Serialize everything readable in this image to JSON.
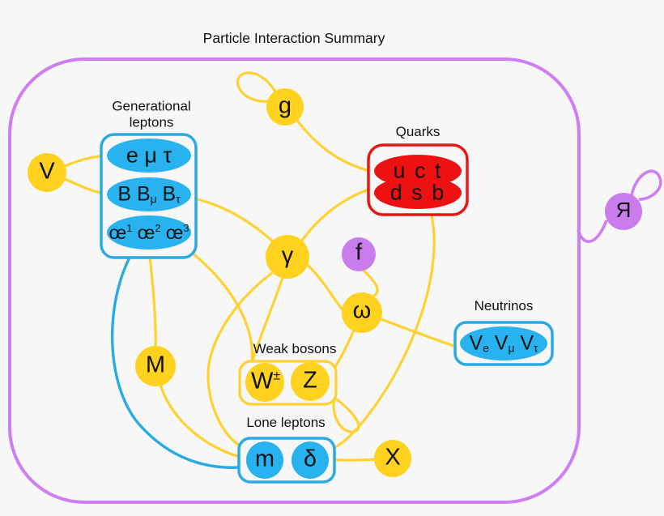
{
  "title": "Particle Interaction Summary",
  "colors": {
    "background": "#f7f7f7",
    "yellow_fill": "#ffd21f",
    "yellow_line": "#ffd133",
    "cyan_stroke": "#29abe2",
    "cyan_fill": "#29b2f0",
    "red_stroke": "#e81717",
    "red_fill": "#ee1111",
    "purple_fill": "#c97ceb",
    "purple_line": "#ce7ef2",
    "text": "#111111"
  },
  "groups": {
    "generational_leptons": {
      "label_line1": "Generational",
      "label_line2": "leptons",
      "rows": [
        "e μ τ",
        "B B_μ B_τ",
        "œ^1 œ^2 œ^3"
      ]
    },
    "quarks": {
      "label": "Quarks",
      "rows": [
        "u c t",
        "d s b"
      ]
    },
    "neutrinos": {
      "label": "Neutrinos",
      "rows": [
        "V_e V_μ V_τ"
      ]
    },
    "weak_bosons": {
      "label": "Weak bosons",
      "nodes": [
        "W^±",
        "Z"
      ]
    },
    "lone_leptons": {
      "label": "Lone leptons",
      "nodes": [
        "m",
        "δ"
      ]
    }
  },
  "nodes": {
    "g": "g",
    "V": "V",
    "gamma": "γ",
    "f": "f",
    "omega": "ω",
    "M": "M",
    "W": "W^±",
    "Z": "Z",
    "m": "m",
    "delta": "δ",
    "X": "X",
    "ya": "Я"
  },
  "edges": [
    {
      "from": "g",
      "to": "g",
      "color": "yellow"
    },
    {
      "from": "g",
      "to": "quarks",
      "color": "yellow"
    },
    {
      "from": "V",
      "to": "generational_leptons.row1",
      "color": "yellow"
    },
    {
      "from": "V",
      "to": "generational_leptons.row2",
      "color": "yellow"
    },
    {
      "from": "generational_leptons.row2",
      "to": "gamma",
      "color": "yellow"
    },
    {
      "from": "quarks",
      "to": "gamma",
      "color": "yellow"
    },
    {
      "from": "generational_leptons.row3",
      "to": "M",
      "color": "yellow"
    },
    {
      "from": "M",
      "to": "lone_leptons",
      "color": "yellow"
    },
    {
      "from": "generational_leptons",
      "to": "W",
      "color": "yellow"
    },
    {
      "from": "gamma",
      "to": "W",
      "color": "yellow"
    },
    {
      "from": "gamma",
      "to": "lone_leptons",
      "color": "yellow"
    },
    {
      "from": "gamma",
      "to": "omega",
      "color": "yellow"
    },
    {
      "from": "f",
      "to": "omega",
      "color": "yellow"
    },
    {
      "from": "quarks",
      "to": "lone_leptons",
      "color": "yellow"
    },
    {
      "from": "omega",
      "to": "neutrinos",
      "color": "yellow"
    },
    {
      "from": "omega",
      "to": "Z",
      "color": "yellow"
    },
    {
      "from": "Z",
      "to": "Z",
      "color": "yellow"
    },
    {
      "from": "lone_leptons",
      "to": "X",
      "color": "yellow"
    },
    {
      "from": "generational_leptons",
      "to": "lone_leptons",
      "color": "blue"
    },
    {
      "from": "ya",
      "to": "boundary",
      "color": "purple"
    },
    {
      "from": "ya",
      "to": "ya",
      "color": "purple"
    }
  ]
}
